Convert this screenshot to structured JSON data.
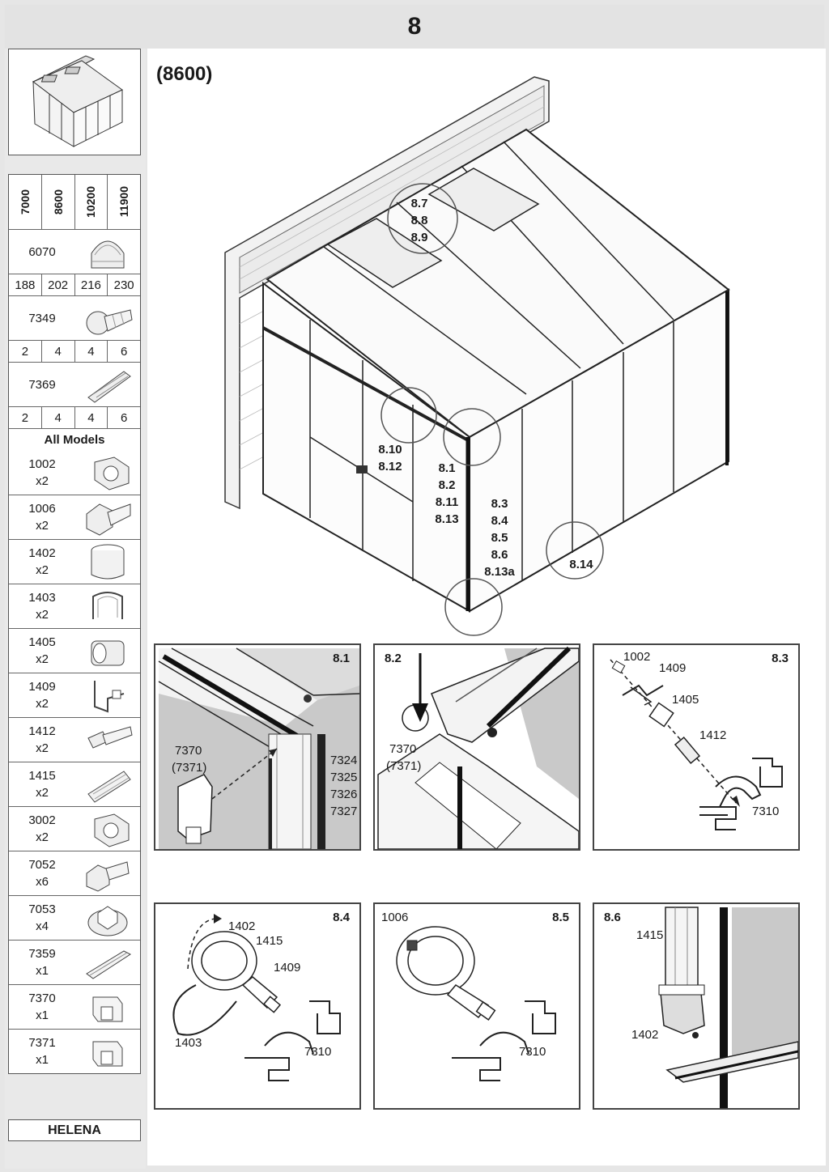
{
  "step_number": "8",
  "model_label": "(8600)",
  "sidebar": {
    "model_codes": [
      "7000",
      "8600",
      "10200",
      "11900"
    ],
    "items": [
      {
        "code": "6070",
        "icon": "cap-nut-icon"
      },
      {
        "qty": [
          "188",
          "202",
          "216",
          "230"
        ]
      },
      {
        "code": "7349",
        "icon": "bolt-icon"
      },
      {
        "qty": [
          "2",
          "4",
          "4",
          "6"
        ]
      },
      {
        "code": "7369",
        "icon": "connector-icon"
      },
      {
        "qty": [
          "2",
          "4",
          "4",
          "6"
        ]
      }
    ],
    "all_models_label": "All Models",
    "all_models_parts": [
      {
        "code": "1002",
        "qty": "x2",
        "icon": "hex-nut-icon"
      },
      {
        "code": "1006",
        "qty": "x2",
        "icon": "hex-bolt-icon"
      },
      {
        "code": "1402",
        "qty": "x2",
        "icon": "sleeve-icon"
      },
      {
        "code": "1403",
        "qty": "x2",
        "icon": "clip-ring-icon"
      },
      {
        "code": "1405",
        "qty": "x2",
        "icon": "nut-cylinder-icon"
      },
      {
        "code": "1409",
        "qty": "x2",
        "icon": "bracket-icon"
      },
      {
        "code": "1412",
        "qty": "x2",
        "icon": "threaded-rod-icon"
      },
      {
        "code": "1415",
        "qty": "x2",
        "icon": "tube-icon"
      },
      {
        "code": "3002",
        "qty": "x2",
        "icon": "hex-nut-icon"
      },
      {
        "code": "7052",
        "qty": "x6",
        "icon": "hex-screw-icon"
      },
      {
        "code": "7053",
        "qty": "x4",
        "icon": "flange-nut-icon"
      },
      {
        "code": "7359",
        "qty": "x1",
        "icon": "rail-icon"
      },
      {
        "code": "7370",
        "qty": "x1",
        "icon": "corner-clip-icon"
      },
      {
        "code": "7371",
        "qty": "x1",
        "icon": "corner-clip-icon"
      }
    ],
    "model_name": "HELENA"
  },
  "callouts": {
    "roof": [
      "8.7",
      "8.8",
      "8.9"
    ],
    "door": [
      "8.10",
      "8.12"
    ],
    "corner_top": [
      "8.1",
      "8.2",
      "8.11",
      "8.13"
    ],
    "corner_bottom": [
      "8.3",
      "8.4",
      "8.5",
      "8.6",
      "8.13a"
    ],
    "side": [
      "8.14"
    ]
  },
  "details": [
    {
      "num": "8.1",
      "labels": {
        "clip": "7370",
        "clip_alt": "(7371)",
        "profiles": [
          "7324",
          "7325",
          "7326",
          "7327"
        ]
      }
    },
    {
      "num": "8.2",
      "labels": {
        "clip": "7370",
        "clip_alt": "(7371)"
      }
    },
    {
      "num": "8.3",
      "labels": {
        "a": "1002",
        "b": "1409",
        "c": "1405",
        "d": "1412",
        "e": "7310"
      }
    },
    {
      "num": "8.4",
      "labels": {
        "a": "1402",
        "b": "1415",
        "c": "1409",
        "d": "1403",
        "e": "7310"
      }
    },
    {
      "num": "8.5",
      "labels": {
        "a": "1006",
        "b": "7310"
      }
    },
    {
      "num": "8.6",
      "labels": {
        "a": "1415",
        "b": "1402"
      }
    }
  ]
}
